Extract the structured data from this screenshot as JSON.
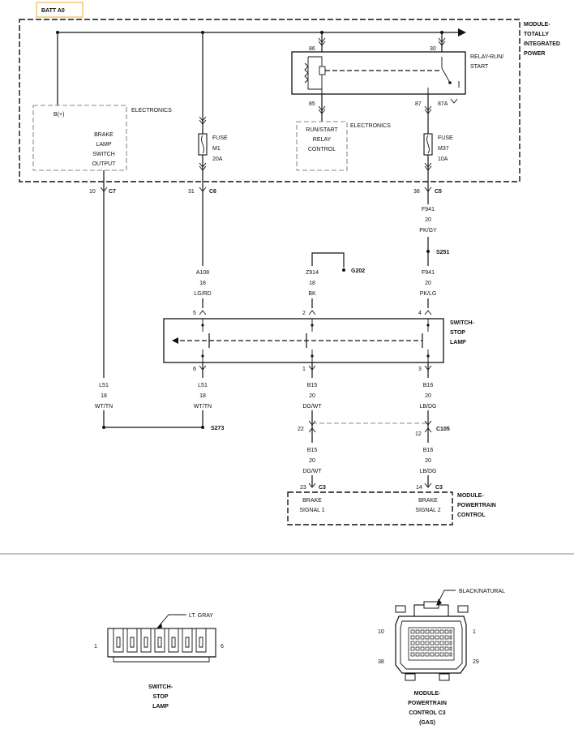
{
  "batt": "BATT A0",
  "module": [
    "MODULE-",
    "TOTALLY",
    "INTEGRATED",
    "POWER"
  ],
  "relay": {
    "name": [
      "RELAY-RUN/",
      "START"
    ],
    "pin86": "86",
    "pin30": "30",
    "pin85": "85",
    "pin87": "87",
    "pin87a": "87A"
  },
  "electronics_left": {
    "title": "ELECTRONICS",
    "bplus": "B(+)",
    "lines": [
      "BRAKE",
      "LAMP",
      "SWITCH",
      "OUTPUT"
    ]
  },
  "electronics_right": {
    "title": "ELECTRONICS",
    "lines": [
      "RUN/START",
      "RELAY",
      "CONTROL"
    ]
  },
  "fuse_m1": [
    "FUSE",
    "M1",
    "20A"
  ],
  "fuse_m37": [
    "FUSE",
    "M37",
    "10A"
  ],
  "conn_c7": {
    "pin": "10",
    "name": "C7"
  },
  "conn_c6": {
    "pin": "31",
    "name": "C6"
  },
  "conn_c5": {
    "pin": "38",
    "name": "C5"
  },
  "wire_f941_top": [
    "F941",
    "20",
    "PK/GY"
  ],
  "splice_s251": "S251",
  "wire_f941": [
    "F941",
    "20",
    "PK/LG"
  ],
  "wire_a108": [
    "A108",
    "18",
    "LG/RD"
  ],
  "wire_z914": [
    "Z914",
    "18",
    "BK"
  ],
  "ground_g202": "G202",
  "switch_pins_top": [
    "5",
    "2",
    "4"
  ],
  "switch_pins_bottom": [
    "6",
    "1",
    "3"
  ],
  "switch_name": [
    "SWITCH-",
    "STOP",
    "LAMP"
  ],
  "wire_l51_left": [
    "L51",
    "18",
    "WT/TN"
  ],
  "wire_l51_right": [
    "L51",
    "18",
    "WT/TN"
  ],
  "wire_b15_top": [
    "B15",
    "20",
    "DG/WT"
  ],
  "wire_b16_top": [
    "B16",
    "20",
    "LB/DG"
  ],
  "splice_s273": "S273",
  "c105": {
    "pin_left": "22",
    "pin_right": "12",
    "name": "C105"
  },
  "wire_b15_bottom": [
    "B15",
    "20",
    "DG/WT"
  ],
  "wire_b16_bottom": [
    "B16",
    "20",
    "LB/DG"
  ],
  "pcm_c3": {
    "pin_left": "23",
    "pin_right": "14",
    "name_left": "C3",
    "name_right": "C3"
  },
  "pcm_signals": {
    "left": [
      "BRAKE",
      "SIGNAL 1"
    ],
    "right": [
      "BRAKE",
      "SIGNAL 2"
    ]
  },
  "pcm_name": [
    "MODULE-",
    "POWERTRAIN",
    "CONTROL"
  ],
  "connector_switch": {
    "color": "LT. GRAY",
    "pin_left": "1",
    "pin_right": "6",
    "caption": [
      "SWITCH-",
      "STOP",
      "LAMP"
    ]
  },
  "connector_pcm": {
    "color": "BLACK/NATURAL",
    "pin_tl": "10",
    "pin_tr": "1",
    "pin_bl": "38",
    "pin_br": "29",
    "caption": [
      "MODULE-",
      "POWERTRAIN",
      "CONTROL C3",
      "(GAS)"
    ]
  }
}
